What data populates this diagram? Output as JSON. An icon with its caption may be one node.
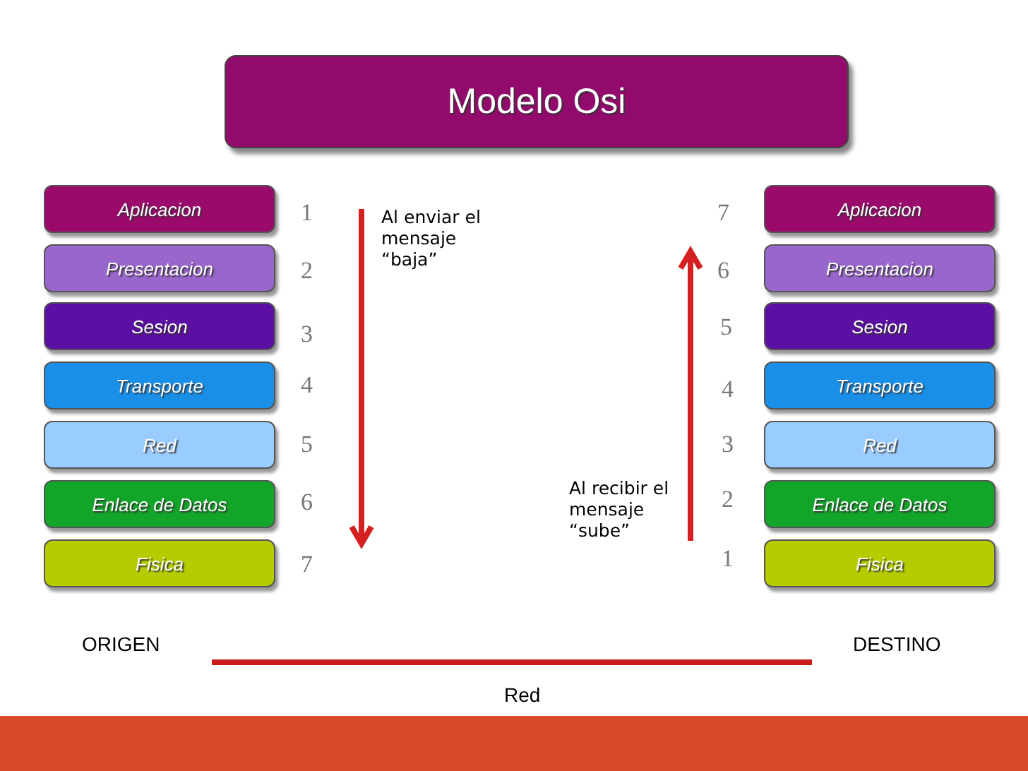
{
  "diagram": {
    "title": "Modelo Osi",
    "nodes": [
      {
        "text": [
          "Aplicacion"
        ]
      },
      {
        "text": [
          "Presentacion"
        ]
      },
      {
        "text": [
          "Sesion"
        ]
      },
      {
        "text": [
          "Transporte"
        ]
      },
      {
        "text": [
          "Red"
        ]
      },
      {
        "text": [
          "Enlace de Datos"
        ]
      },
      {
        "text": [
          "Fisica"
        ]
      },
      {
        "text": [
          "Aplicacion"
        ]
      },
      {
        "text": [
          "Presentacion"
        ]
      },
      {
        "text": [
          "Sesion"
        ]
      },
      {
        "text": [
          "Transporte"
        ]
      },
      {
        "text": [
          "Red"
        ]
      },
      {
        "text": [
          "Enlace de Datos"
        ]
      },
      {
        "text": [
          "Fisica"
        ]
      }
    ],
    "labels": [
      "1",
      "Al enviar el mensaje “baja”",
      "7",
      "2",
      "6",
      "3",
      "5",
      "4",
      "4",
      "5",
      "3",
      "6",
      "Al recibir el mensaje “sube”",
      "2",
      "7",
      "1",
      "ORIGEN",
      "DESTINO",
      "Red"
    ]
  }
}
